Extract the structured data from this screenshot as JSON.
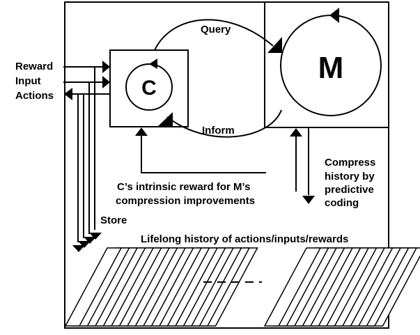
{
  "labels": {
    "query": "Query",
    "inform": "Inform",
    "c": "C",
    "m": "M",
    "reward": "Reward",
    "input": "Input",
    "actions": "Actions",
    "intrinsic_line1": "C’s intrinsic reward for M’s",
    "intrinsic_line2": "compression improvements",
    "compress_line1": "Compress",
    "compress_line2": "history by",
    "compress_line3": "predictive",
    "compress_line4": "coding",
    "store": "Store",
    "lifelong": "Lifelong history of actions/inputs/rewards"
  },
  "colors": {
    "ink": "#000000",
    "paper": "#ffffff"
  }
}
